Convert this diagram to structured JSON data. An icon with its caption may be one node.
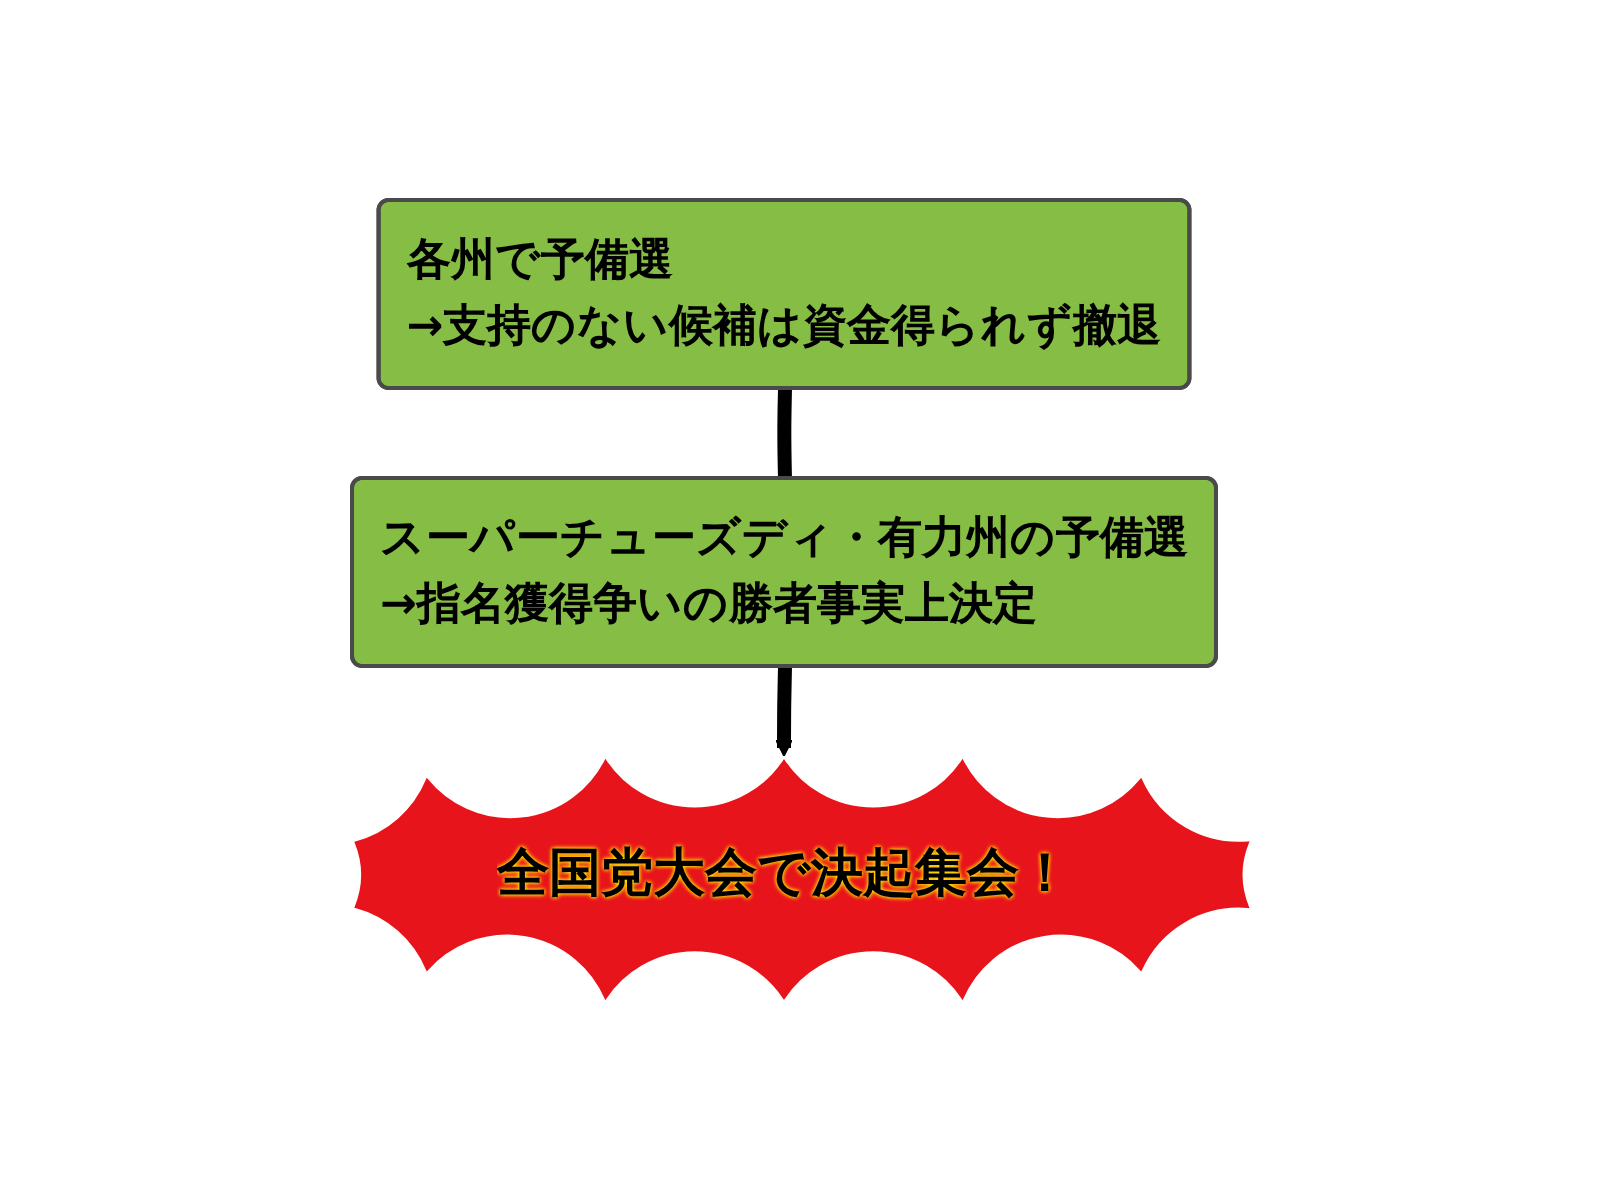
{
  "diagram": {
    "nodes": [
      {
        "text": [
          "各州で予備選",
          "→支持のない候補は資金得られず撤退"
        ]
      },
      {
        "text": [
          "スーパーチューズディ・有力州の予備選",
          "→指名獲得争いの勝者事実上決定"
        ]
      },
      {
        "text": [
          "全国党大会で決起集会！"
        ]
      }
    ],
    "edges": [
      {
        "from": 0,
        "to": 1,
        "arrow": "none"
      },
      {
        "from": 1,
        "to": 2,
        "arrow": "to"
      }
    ]
  }
}
